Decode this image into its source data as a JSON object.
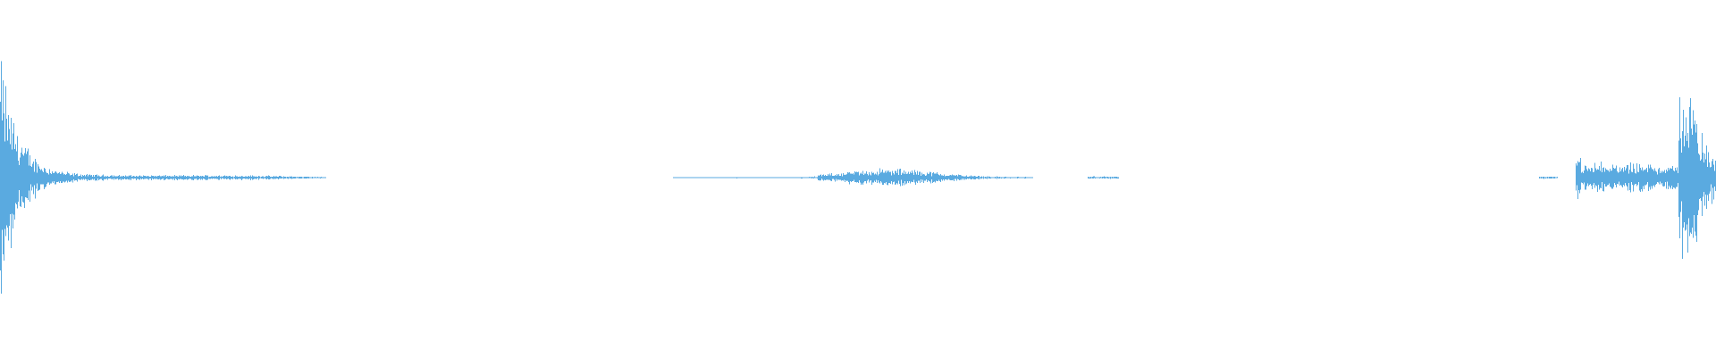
{
  "waveform": {
    "color": "#5aaae0",
    "background": "#ffffff",
    "segments": [
      {
        "start": 0.0,
        "end": 0.19,
        "shape": "burst-decay",
        "peak": 1.0,
        "floor": 0.02
      },
      {
        "start": 0.392,
        "end": 0.602,
        "shape": "swell",
        "peak": 0.07,
        "floor": 0.005
      },
      {
        "start": 0.634,
        "end": 0.652,
        "shape": "flat",
        "peak": 0.01,
        "floor": 0.005
      },
      {
        "start": 0.897,
        "end": 0.908,
        "shape": "flat",
        "peak": 0.008,
        "floor": 0.005
      },
      {
        "start": 0.918,
        "end": 0.978,
        "shape": "plateau",
        "peak": 0.2,
        "floor": 0.05
      },
      {
        "start": 0.978,
        "end": 1.0,
        "shape": "burst",
        "peak": 0.78,
        "floor": 0.2
      }
    ]
  }
}
